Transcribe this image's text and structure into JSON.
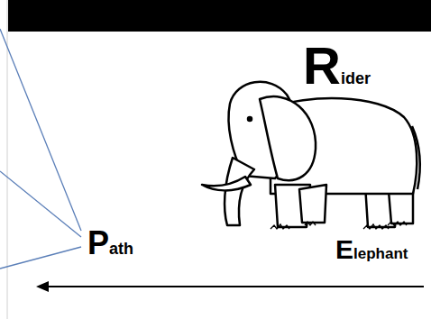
{
  "diagram": {
    "labels": [
      "Rider",
      "Path",
      "Elephant"
    ]
  }
}
